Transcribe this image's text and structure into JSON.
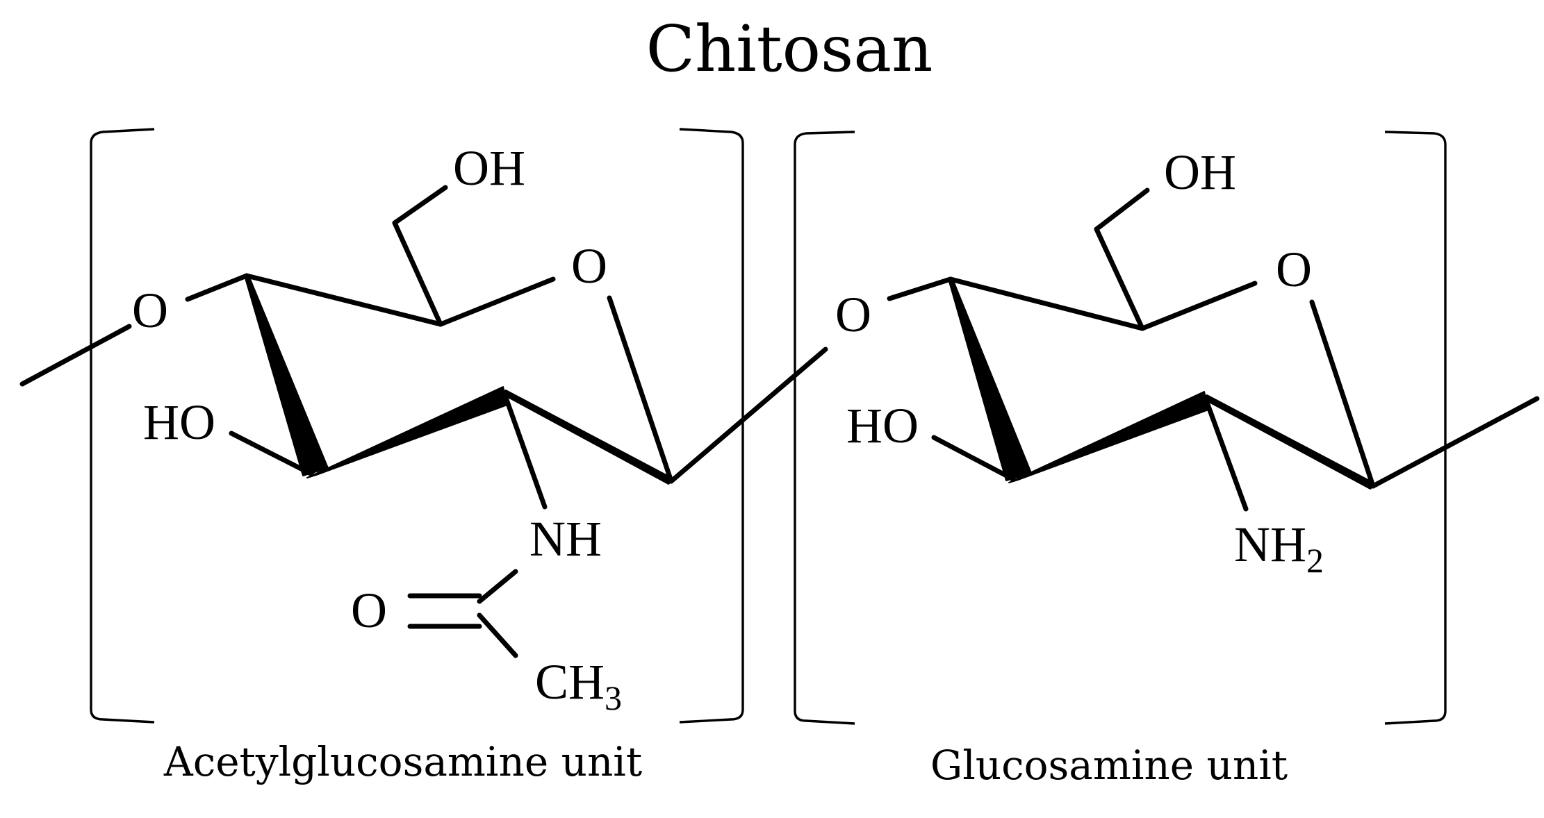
{
  "title": "Chitosan",
  "units": [
    {
      "caption": "Acetylglucosamine unit",
      "labels": {
        "hydroxymethyl_oh": "OH",
        "ring_oxygen": "O",
        "glycosidic_oxygen": "O",
        "hydroxyl": "HO",
        "amide_nh": "NH",
        "carbonyl_oxygen": "O",
        "methyl": "CH",
        "methyl_subscript": "3"
      }
    },
    {
      "caption": "Glucosamine unit",
      "labels": {
        "hydroxymethyl_oh": "OH",
        "ring_oxygen": "O",
        "glycosidic_oxygen": "O",
        "hydroxyl": "HO",
        "amine": "NH",
        "amine_subscript": "2"
      }
    }
  ]
}
